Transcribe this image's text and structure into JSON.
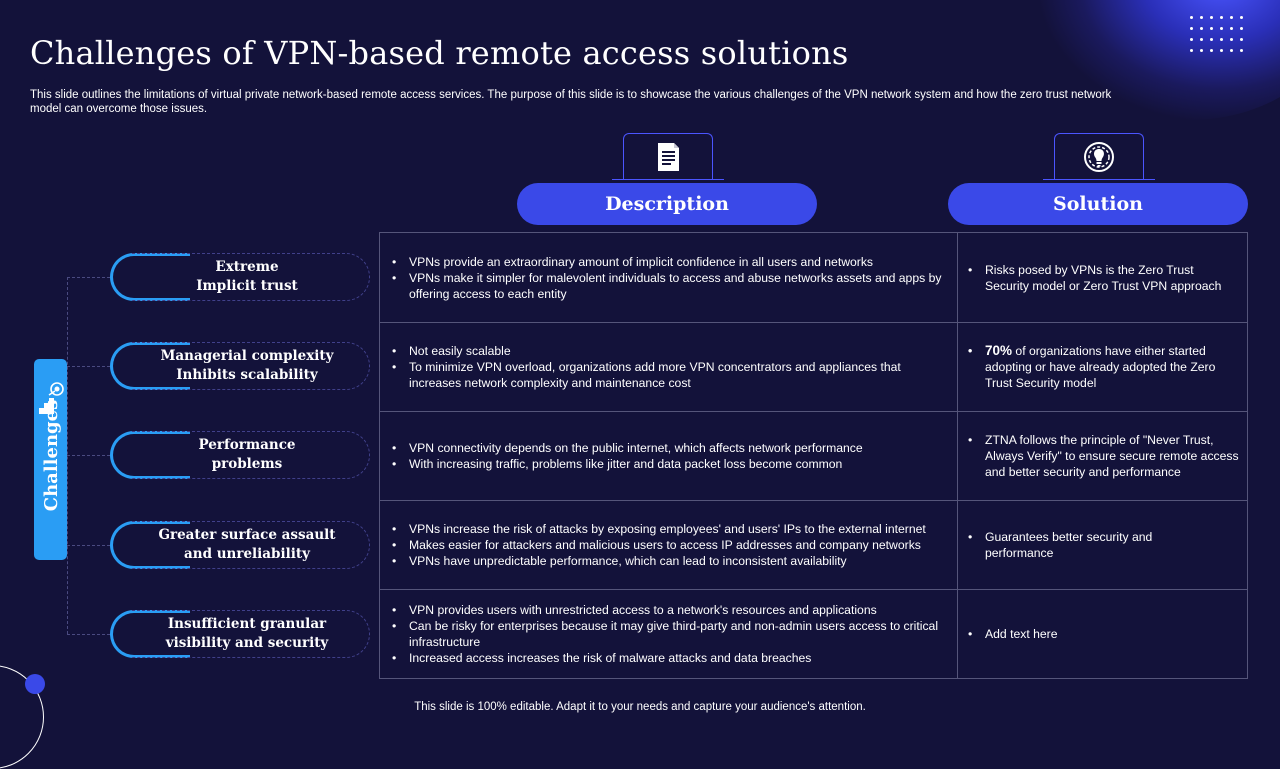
{
  "header": {
    "title": "Challenges of VPN-based remote access solutions",
    "subtitle": "This slide outlines the limitations of virtual private network-based remote access services. The purpose of this slide is to showcase the various challenges of the VPN network system and how the zero trust network model can overcome those issues."
  },
  "columns": {
    "description": "Description",
    "solution": "Solution"
  },
  "side_label": "Challenges",
  "rows": [
    {
      "challenge": [
        "Extreme",
        "Implicit trust"
      ],
      "description": [
        "VPNs provide an extraordinary amount of implicit confidence in all users and networks",
        "VPNs make it simpler for malevolent individuals to access and abuse networks assets and apps by offering access to each entity"
      ],
      "solution_lead": "",
      "solution": "Risks posed by VPNs is the Zero Trust Security model or Zero Trust VPN approach"
    },
    {
      "challenge": [
        "Managerial complexity",
        "Inhibits scalability"
      ],
      "description": [
        "Not easily scalable",
        "To minimize VPN overload, organizations add more VPN concentrators and appliances that increases network complexity and maintenance cost"
      ],
      "solution_lead": "70%",
      "solution": "of organizations have either started adopting or have already adopted the Zero Trust Security model"
    },
    {
      "challenge": [
        "Performance",
        "problems"
      ],
      "description": [
        "VPN connectivity depends on the public internet, which affects network performance",
        "With increasing traffic, problems like jitter and data packet loss become common"
      ],
      "solution_lead": "",
      "solution": "ZTNA follows the principle of \"Never Trust, Always Verify\" to ensure secure remote access and better security and performance"
    },
    {
      "challenge": [
        "Greater surface assault",
        "and unreliability"
      ],
      "description": [
        "VPNs increase the risk of attacks by exposing employees' and users' IPs to the external internet",
        "Makes easier for attackers and malicious users to access IP addresses and company networks",
        "VPNs have unpredictable performance, which can lead to inconsistent availability"
      ],
      "solution_lead": "",
      "solution": "Guarantees better security and performance"
    },
    {
      "challenge": [
        "Insufficient granular",
        "visibility and security"
      ],
      "description": [
        "VPN provides users with unrestricted access to a network's resources and applications",
        "Can be risky for enterprises because it may give third-party and non-admin users access to critical infrastructure",
        "Increased access increases the risk of malware attacks and data breaches"
      ],
      "solution_lead": "",
      "solution": "Add text here"
    }
  ],
  "footer": "This slide is 100% editable. Adapt it to your needs and capture your audience's attention.",
  "icons": {
    "description": "document-icon",
    "solution": "lightbulb-gear-icon",
    "side": "stairs-target-icon"
  },
  "colors": {
    "background": "#13123a",
    "header_pill": "#3a49e8",
    "accent": "#2a9df4",
    "grid": "#55557a"
  }
}
